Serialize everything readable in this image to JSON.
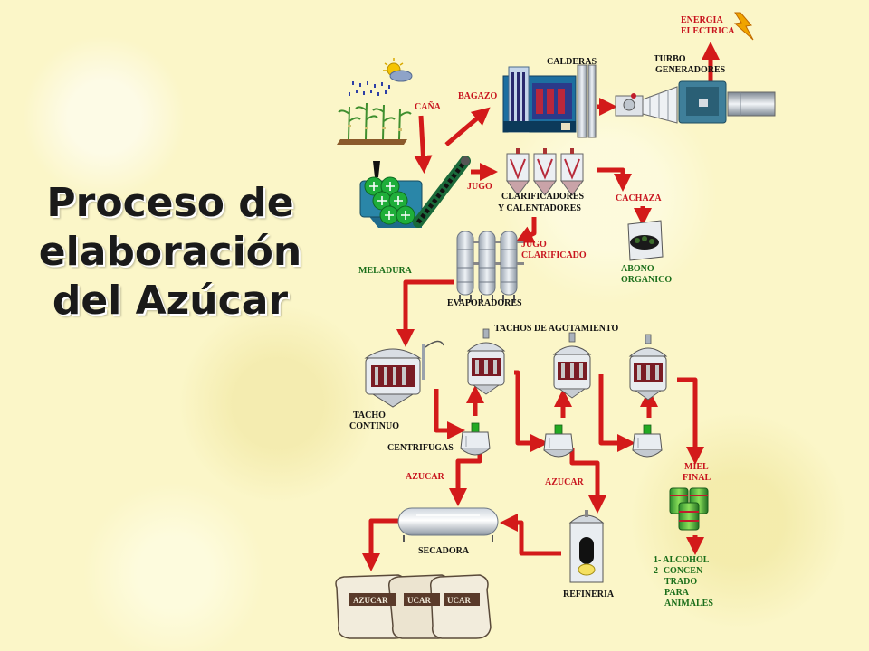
{
  "title": {
    "line1": "Proceso de",
    "line2": "elaboración",
    "line3": "del Azúcar"
  },
  "labels": {
    "energia_1": "ENERGIA",
    "energia_2": "ELECTRICA",
    "turbo_1": "TURBO",
    "turbo_2": "GENERADORES",
    "calderas": "CALDERAS",
    "bagazo": "BAGAZO",
    "cana": "CAÑA",
    "jugo": "JUGO",
    "clarif_1": "CLARIFICADORES",
    "clarif_2": "Y CALENTADORES",
    "cachaza": "CACHAZA",
    "abono_1": "ABONO",
    "abono_2": "ORGANICO",
    "jugo_clar_1": "JUGO",
    "jugo_clar_2": "CLARIFICADO",
    "meladura": "MELADURA",
    "evaporadores": "EVAPORADORES",
    "tachos_agot": "TACHOS DE AGOTAMIENTO",
    "tacho_1": "TACHO",
    "tacho_2": "CONTINUO",
    "centrifugas": "CENTRIFUGAS",
    "azucar_1": "AZUCAR",
    "azucar_2": "AZUCAR",
    "miel_1": "MIEL",
    "miel_2": "FINAL",
    "secadora": "SECADORA",
    "refineria": "REFINERIA",
    "alcohol": "1- ALCOHOL",
    "concentrado_1": "2- CONCEN-",
    "concentrado_2": "TRADO",
    "concentrado_3": "PARA",
    "concentrado_4": "ANIMALES",
    "sack_1": "AZUCAR",
    "sack_2": "UCAR",
    "sack_3": "UCAR"
  },
  "colors": {
    "arrow": "#d31a1a",
    "label_dark": "#111111",
    "label_red": "#c8141e",
    "label_green": "#1a6e1a",
    "background": "#fbf6c8"
  },
  "icons": [
    "sun-cloud-icon",
    "sugarcane-field-icon",
    "mill-rollers-icon",
    "conveyor-icon",
    "boiler-icon",
    "turbine-icon",
    "lightning-icon",
    "clarifier-tank-icon",
    "compost-icon",
    "evaporator-column-icon",
    "vacuum-pan-icon",
    "centrifuge-icon",
    "molasses-barrels-icon",
    "dryer-icon",
    "refinery-tank-icon",
    "sugar-sack-icon"
  ]
}
